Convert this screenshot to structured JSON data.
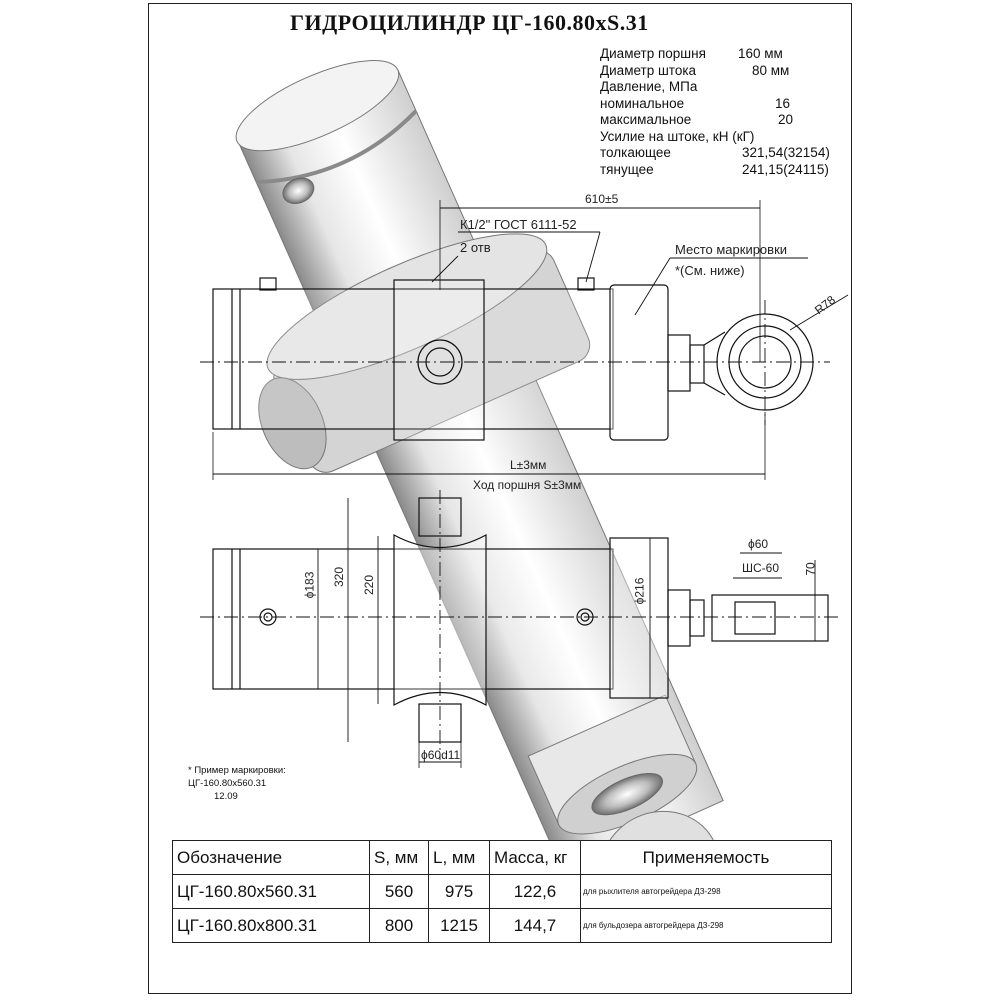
{
  "title": "ГИДРОЦИЛИНДР  ЦГ-160.80хS.31",
  "specs": [
    {
      "label": "Диаметр поршня",
      "value": "160 мм"
    },
    {
      "label": "Диаметр штока",
      "value": "80 мм"
    },
    {
      "label": "Давление, МПа",
      "value": ""
    },
    {
      "label": "номинальное",
      "value": "16"
    },
    {
      "label": "максимальное",
      "value": "20"
    },
    {
      "label": "Усилие на штоке, кН (кГ)",
      "value": ""
    },
    {
      "label": "толкающее",
      "value": "321,54(32154)"
    },
    {
      "label": "тянущее",
      "value": "241,15(24115)"
    }
  ],
  "annotations": {
    "dim_610": "610±5",
    "thread": "К1/2\" ГОСТ 6111-52",
    "thread_count": "2 отв",
    "marking_place": "Место маркировки",
    "marking_ref": "*(См. ниже)",
    "radius": "R78",
    "length": "L±3мм",
    "stroke": "Ход поршня S±3мм",
    "d183": "ϕ183",
    "d320": "320",
    "d220": "220",
    "d216": "ϕ216",
    "d60": "ϕ60",
    "sh60": "ШС-60",
    "d70": "70",
    "d60d11": "ϕ60d11"
  },
  "marking_note": {
    "line1": "* Пример маркировки:",
    "line2": "ЦГ-160.80х560.31",
    "line3": "12.09"
  },
  "table": {
    "headers": [
      "Обозначение",
      "S, мм",
      "L, мм",
      "Масса, кг",
      "Применяемость"
    ],
    "rows": [
      [
        "ЦГ-160.80х560.31",
        "560",
        "975",
        "122,6",
        "для рыхлителя автогрейдера ДЗ-298"
      ],
      [
        "ЦГ-160.80х800.31",
        "800",
        "1215",
        "144,7",
        "для бульдозера автогрейдера ДЗ-298"
      ]
    ]
  }
}
